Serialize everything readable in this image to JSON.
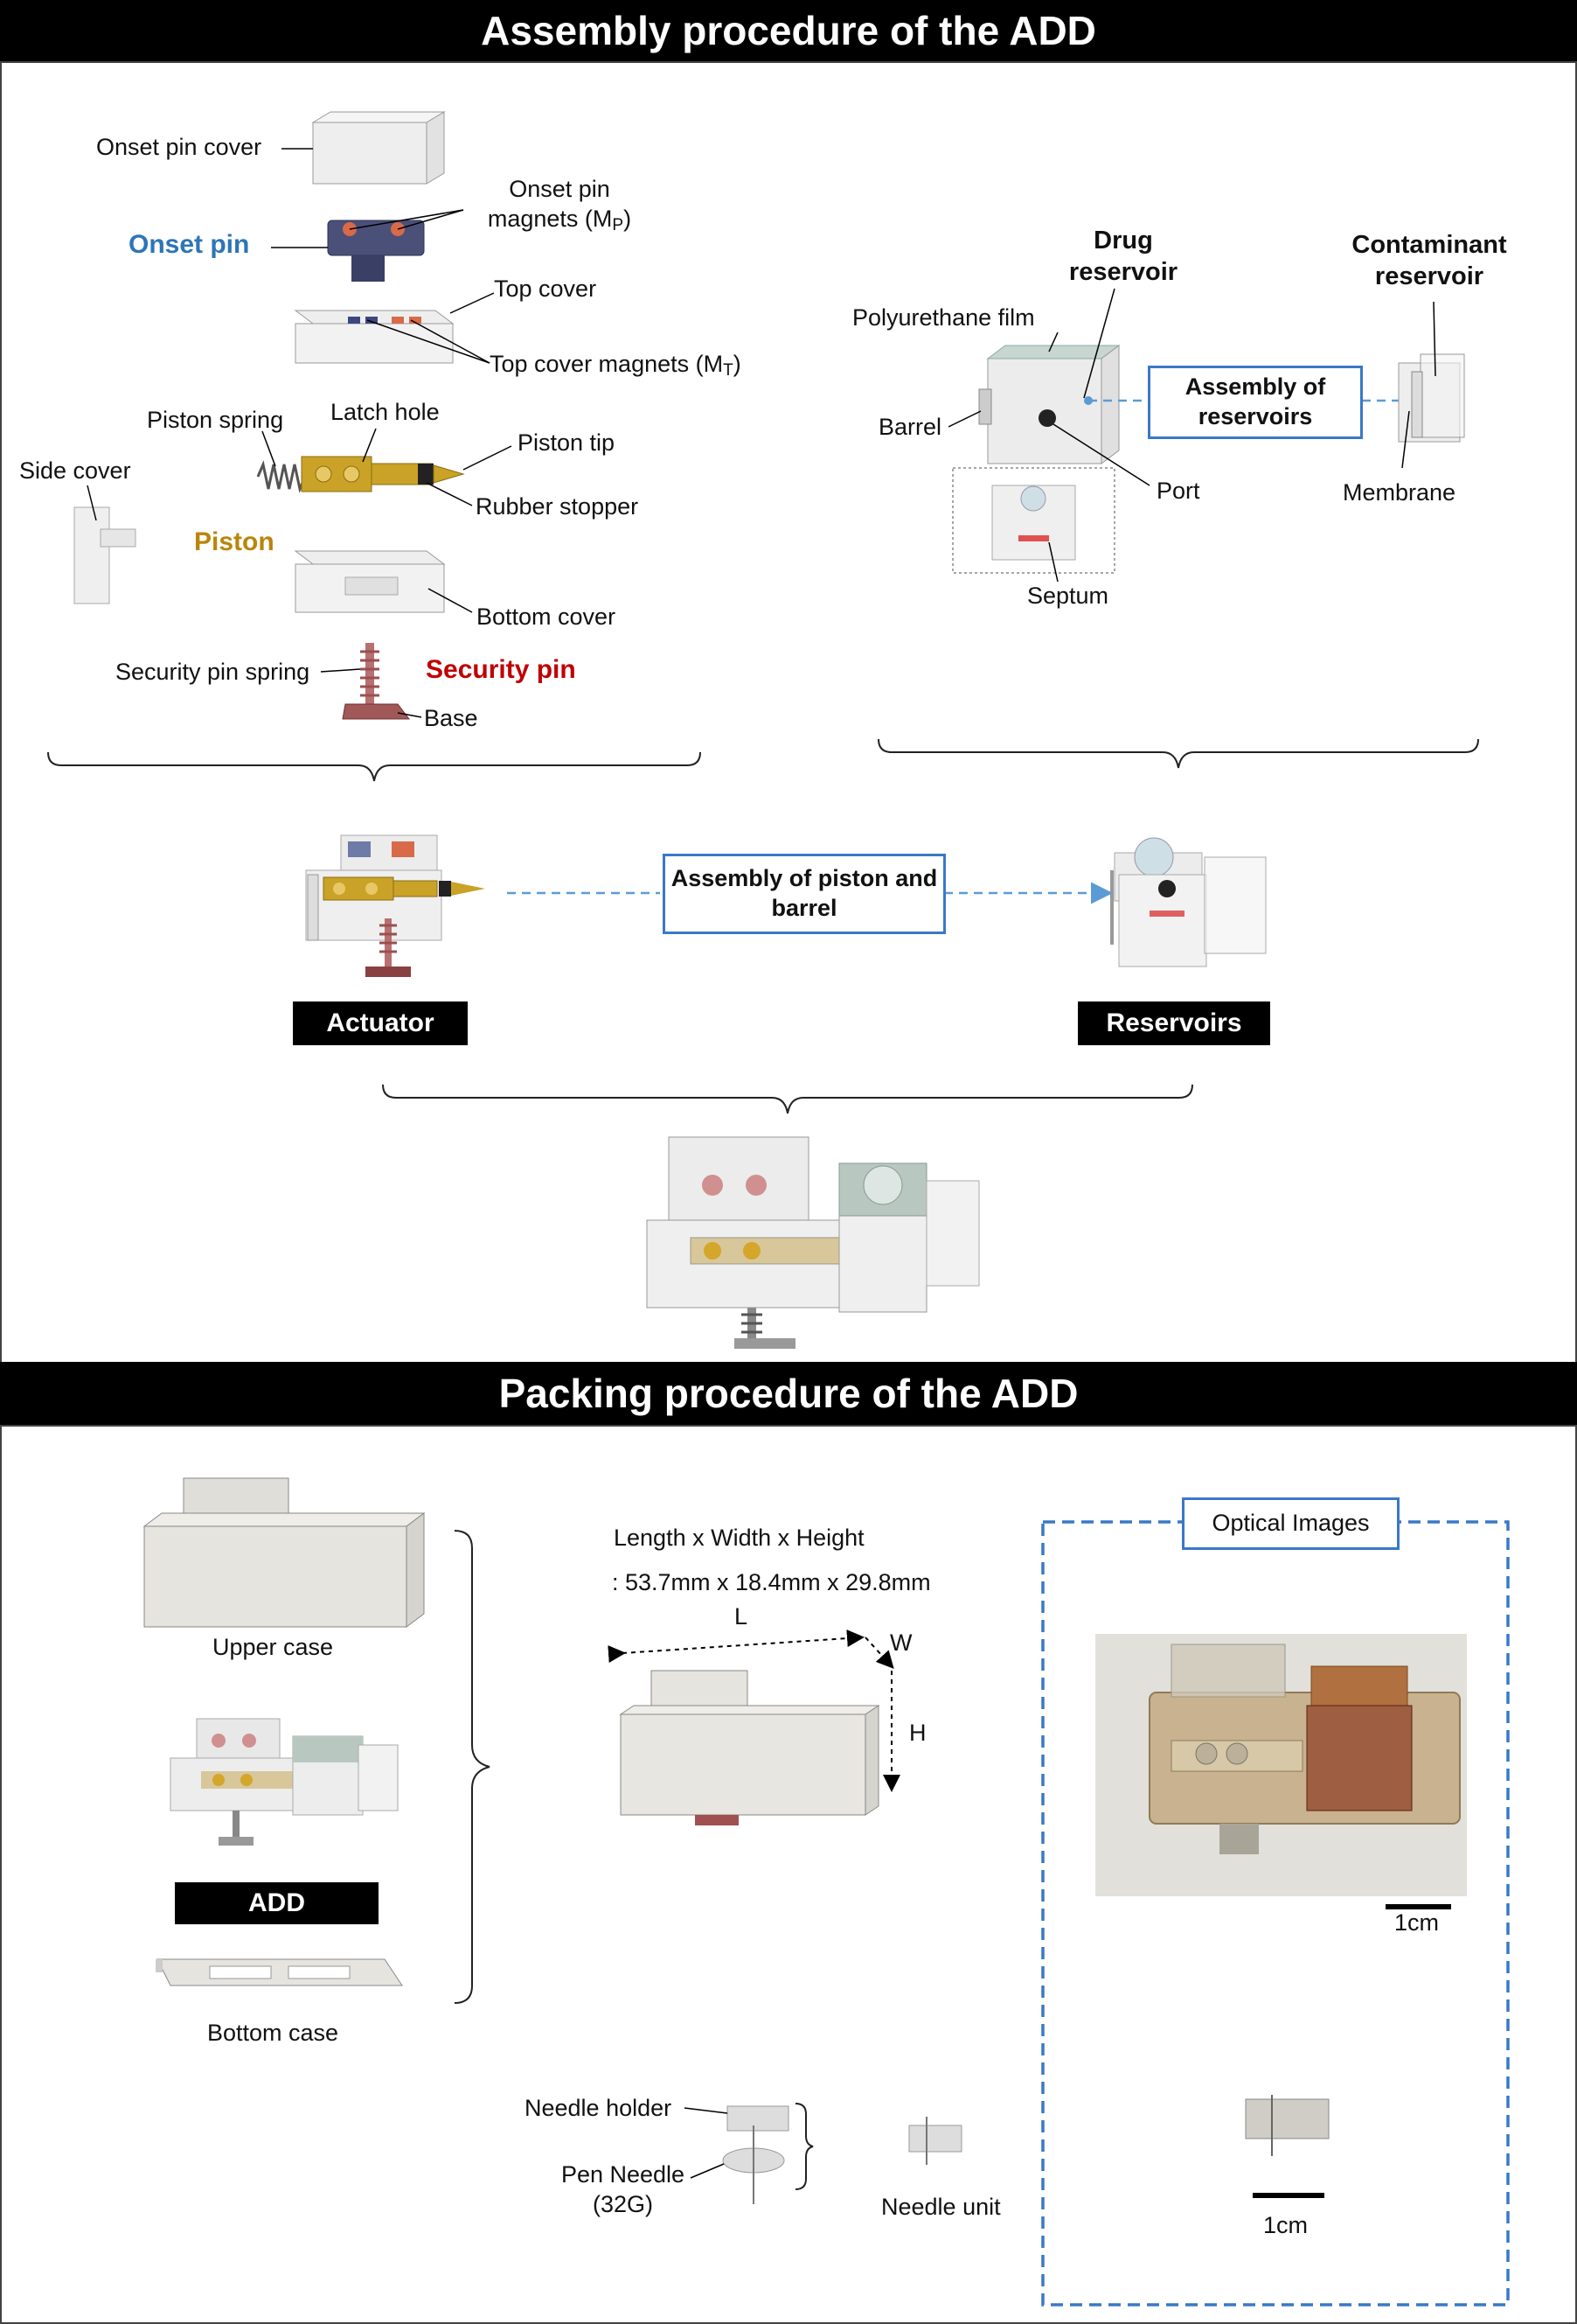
{
  "assembly": {
    "title": "Assembly procedure of the ADD",
    "labels": {
      "onset_pin_cover": "Onset pin cover",
      "onset_pin": "Onset pin",
      "onset_pin_magnets": "Onset pin",
      "onset_pin_magnets2": "magnets (M",
      "onset_pin_magnets_sub": "P",
      "top_cover": "Top cover",
      "top_cover_magnets": "Top cover magnets (M",
      "top_cover_magnets_sub": "T",
      "piston_spring": "Piston spring",
      "latch_hole": "Latch hole",
      "piston_tip": "Piston tip",
      "side_cover": "Side cover",
      "rubber_stopper": "Rubber stopper",
      "piston": "Piston",
      "bottom_cover": "Bottom cover",
      "security_pin_spring": "Security pin spring",
      "security_pin": "Security pin",
      "base": "Base",
      "drug_reservoir": "Drug reservoir",
      "contaminant_reservoir": "Contaminant reservoir",
      "polyurethane_film": "Polyurethane film",
      "barrel": "Barrel",
      "port": "Port",
      "membrane": "Membrane",
      "septum": "Septum"
    },
    "boxes": {
      "assembly_of_reservoirs": "Assembly of reservoirs",
      "assembly_of_piston_and_barrel": "Assembly of piston and barrel",
      "actuator": "Actuator",
      "reservoirs": "Reservoirs"
    }
  },
  "packing": {
    "title": "Packing procedure of the ADD",
    "labels": {
      "upper_case": "Upper case",
      "add": "ADD",
      "bottom_case": "Bottom case",
      "dims_header": "Length x Width x Height",
      "dims_value": ": 53.7mm x 18.4mm x 29.8mm",
      "L": "L",
      "W": "W",
      "H": "H",
      "needle_holder": "Needle holder",
      "pen_needle": "Pen Needle",
      "pen_needle_gauge": "(32G)",
      "needle_unit": "Needle unit",
      "optical_images": "Optical Images",
      "scale1": "1cm",
      "scale2": "1cm"
    }
  },
  "colors": {
    "onset_pin": "#2e75b6",
    "piston": "#b8860b",
    "security_pin": "#c00000",
    "blue_accent": "#3a78c8",
    "dashed_line": "#5b9bd5"
  }
}
